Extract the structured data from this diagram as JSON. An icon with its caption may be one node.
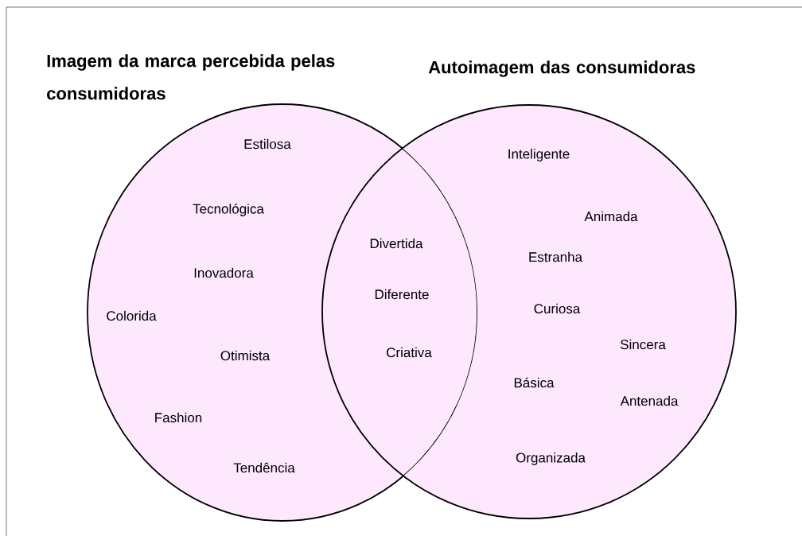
{
  "diagram": {
    "nodes": [
      {
        "text": [
          "Imagem da marca percebida pelas consumidoras"
        ]
      },
      {
        "text": [
          "Autoimagem das consumidoras"
        ]
      }
    ],
    "labels": [
      "Estilosa",
      "Inteligente",
      "Tecnológica",
      "Animada",
      "Divertida",
      "Estranha",
      "Inovadora",
      "Diferente",
      "Curiosa",
      "Colorida",
      "Sincera",
      "Otimista",
      "Criativa",
      "Básica",
      "Antenada",
      "Fashion",
      "Organizada",
      "Tendência"
    ]
  }
}
